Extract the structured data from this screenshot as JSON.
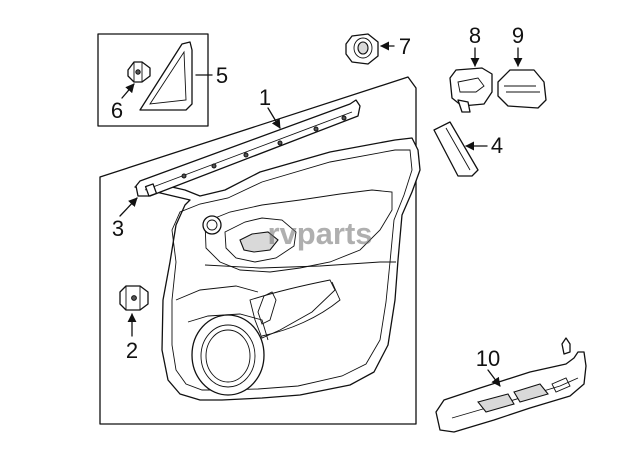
{
  "diagram": {
    "watermark": "rvparts",
    "colors": {
      "line": "#111111",
      "shade": "#d9d9d9",
      "watermark": "#6e6e6e"
    },
    "callouts": {
      "c1": "1",
      "c2": "2",
      "c3": "3",
      "c4": "4",
      "c5": "5",
      "c6": "6",
      "c7": "7",
      "c8": "8",
      "c9": "9",
      "c10": "10"
    }
  }
}
